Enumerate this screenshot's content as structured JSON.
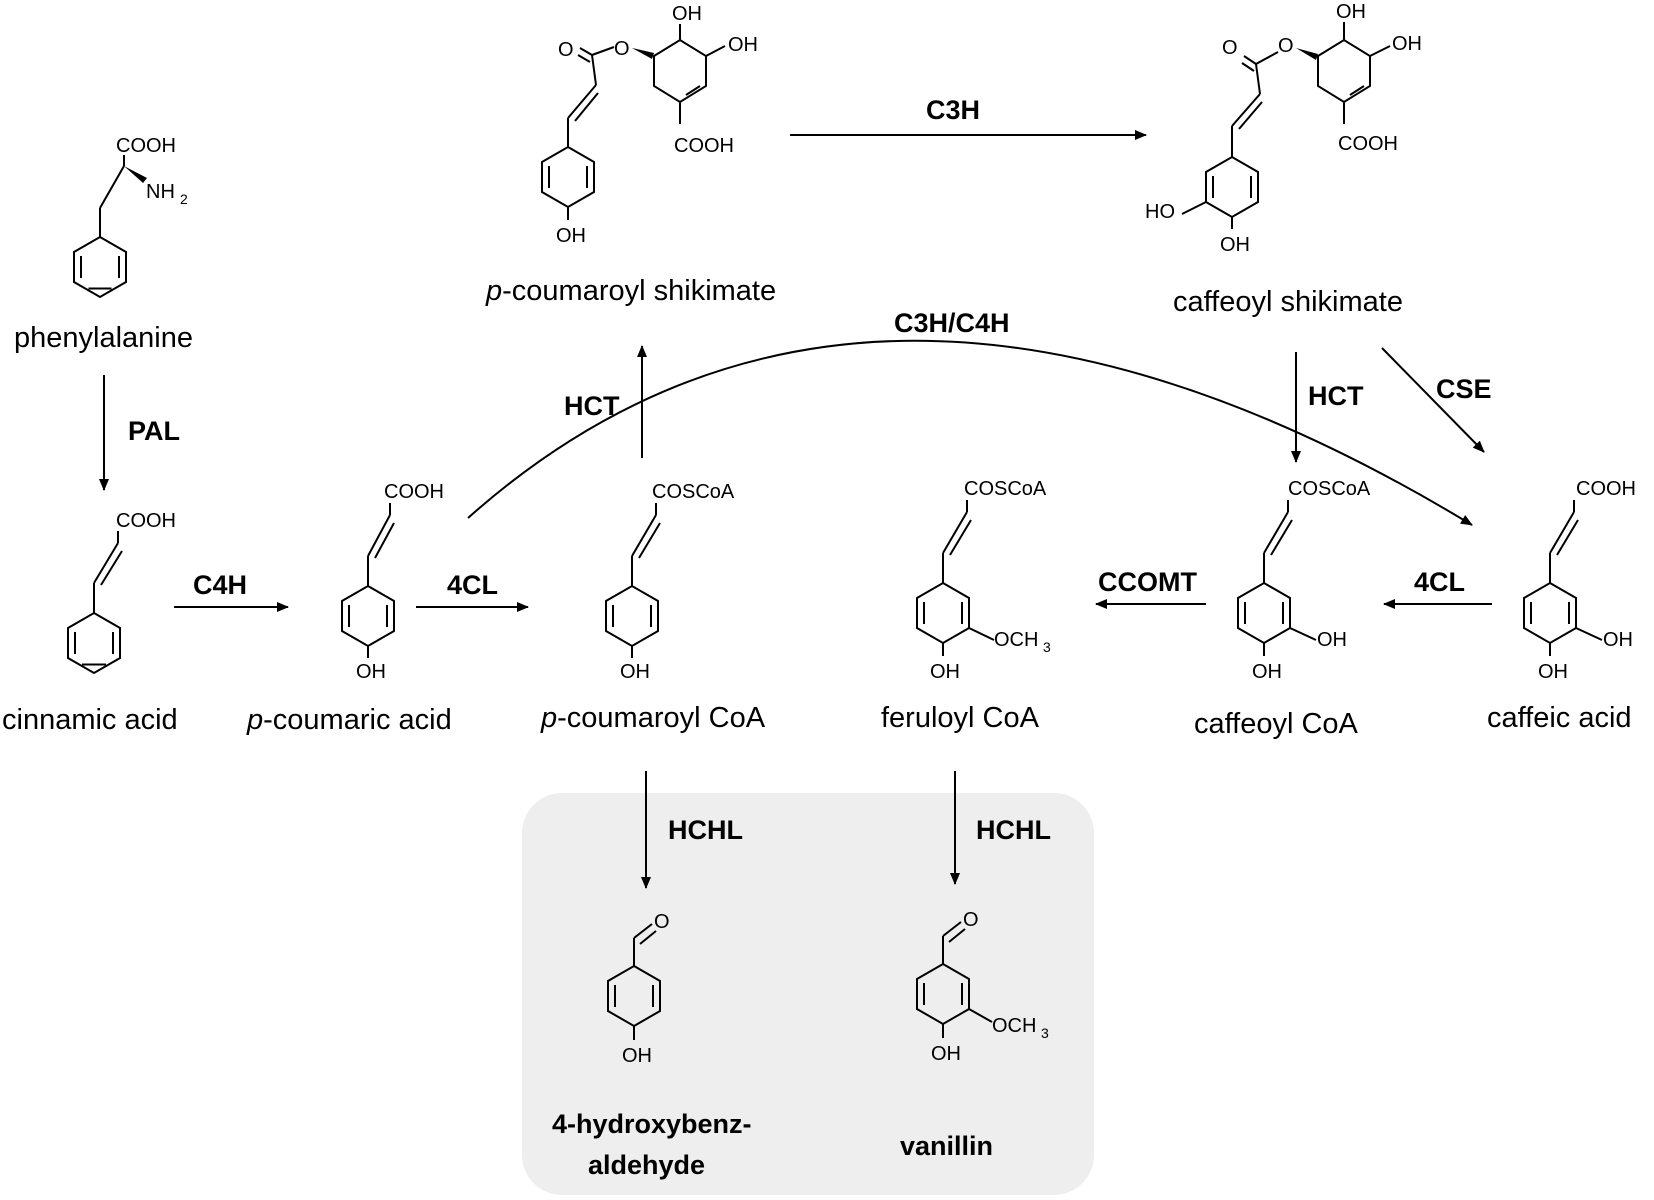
{
  "compounds": {
    "phenylalanine": "phenylalanine",
    "cinnamic_acid": "cinnamic acid",
    "p_coumaric_acid_prefix": "p",
    "p_coumaric_acid": "-coumaric acid",
    "p_coumaroyl_coa_prefix": "p",
    "p_coumaroyl_coa": "-coumaroyl CoA",
    "feruloyl_coa": "feruloyl CoA",
    "caffeoyl_coa": "caffeoyl CoA",
    "caffeic_acid": "caffeic acid",
    "p_coumaroyl_shikimate_prefix": "p",
    "p_coumaroyl_shikimate": "-coumaroyl shikimate",
    "caffeoyl_shikimate": "caffeoyl shikimate"
  },
  "products": {
    "hydroxybenzaldehyde_line1": "4-hydroxybenz-",
    "hydroxybenzaldehyde_line2": "aldehyde",
    "vanillin": "vanillin"
  },
  "enzymes": {
    "pal": "PAL",
    "c4h": "C4H",
    "cl4_left": "4CL",
    "cl4_right": "4CL",
    "hct_left": "HCT",
    "hct_right": "HCT",
    "c3h": "C3H",
    "c3h_c4h": "C3H/C4H",
    "cse": "CSE",
    "ccomt": "CCOMT",
    "hchl_left": "HCHL",
    "hchl_right": "HCHL"
  },
  "atoms": {
    "cooh": "COOH",
    "nh": "NH",
    "two": "2",
    "oh": "OH",
    "ho": "HO",
    "coscoa": "COSCoA",
    "och": "OCH",
    "three": "3",
    "o": "O"
  },
  "colors": {
    "highlight_box": "#eeeeee",
    "line": "#000000"
  }
}
